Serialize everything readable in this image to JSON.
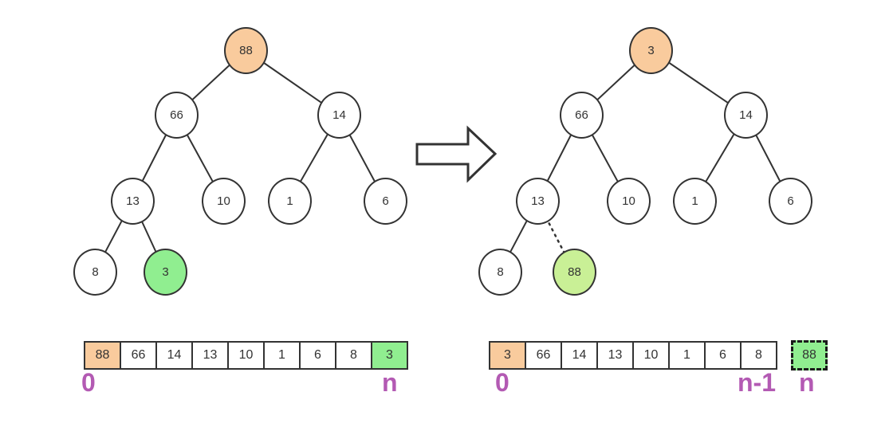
{
  "colors": {
    "node_orange": "#F9CB9D",
    "node_green": "#90EE90",
    "node_light_green": "#C9F096",
    "outline": "#333333",
    "index_label_purple": "#B35AB3"
  },
  "left_tree": {
    "nodes": [
      "88",
      "66",
      "14",
      "13",
      "10",
      "1",
      "6",
      "8",
      "3"
    ]
  },
  "right_tree": {
    "nodes": [
      "3",
      "66",
      "14",
      "13",
      "10",
      "1",
      "6",
      "8",
      "88"
    ]
  },
  "left_array": {
    "cells": [
      "88",
      "66",
      "14",
      "13",
      "10",
      "1",
      "6",
      "8",
      "3"
    ],
    "start_label": "0",
    "end_label": "n"
  },
  "right_array": {
    "cells": [
      "3",
      "66",
      "14",
      "13",
      "10",
      "1",
      "6",
      "8"
    ],
    "extracted_cell": "88",
    "start_label": "0",
    "end_label": "n-1",
    "extracted_label": "n"
  }
}
